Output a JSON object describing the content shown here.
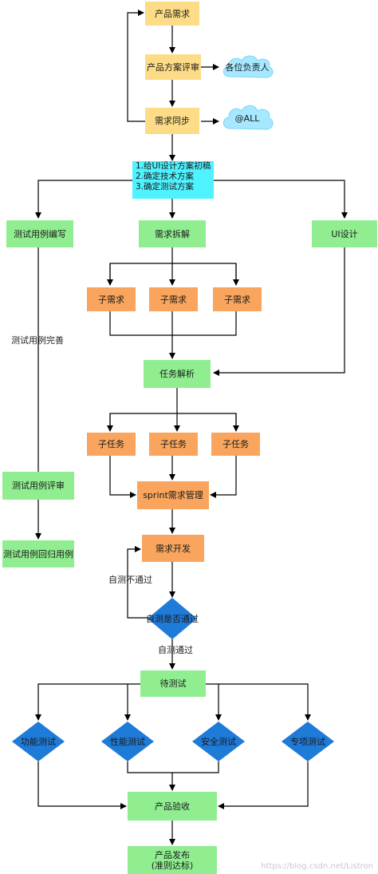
{
  "colors": {
    "yellow": "#fddc87",
    "green": "#90ee90",
    "orange": "#f9a55d",
    "cyan": "#4ff2ff",
    "diamond": "#1f7bd8",
    "cloud": "#a6e8ff"
  },
  "nodes": {
    "product_demand": "产品需求",
    "product_plan_review": "产品方案评审",
    "all_owners": "各位负责人",
    "demand_sync": "需求同步",
    "at_all": "@ALL",
    "ui_plan": [
      "1.给UI设计方案初稿",
      "2.确定技术方案",
      "3.确定测试方案"
    ],
    "write_test_cases": "测试用例编写",
    "demand_breakdown": "需求拆解",
    "ui_design": "UI设计",
    "sub_demand": "子需求",
    "task_analysis": "任务解析",
    "sub_task": "子任务",
    "sprint_management": "sprint需求管理",
    "demand_dev": "需求开发",
    "self_test_check": "自测是否通过",
    "pending_test": "待测试",
    "func_test": "功能测试",
    "perf_test": "性能测试",
    "security_test": "安全测试",
    "special_test": "专项测试",
    "product_acceptance": "产品验收",
    "product_release": [
      "产品发布",
      "(准则达标)"
    ],
    "review_test_cases": "测试用例评审",
    "regression_cases": "测试用例回归用例"
  },
  "edge_labels": {
    "test_case_improve": "测试用例完善",
    "self_test_fail": "自测不通过",
    "self_test_pass": "自测通过"
  },
  "watermark": "https://blog.csdn.net/Listron"
}
